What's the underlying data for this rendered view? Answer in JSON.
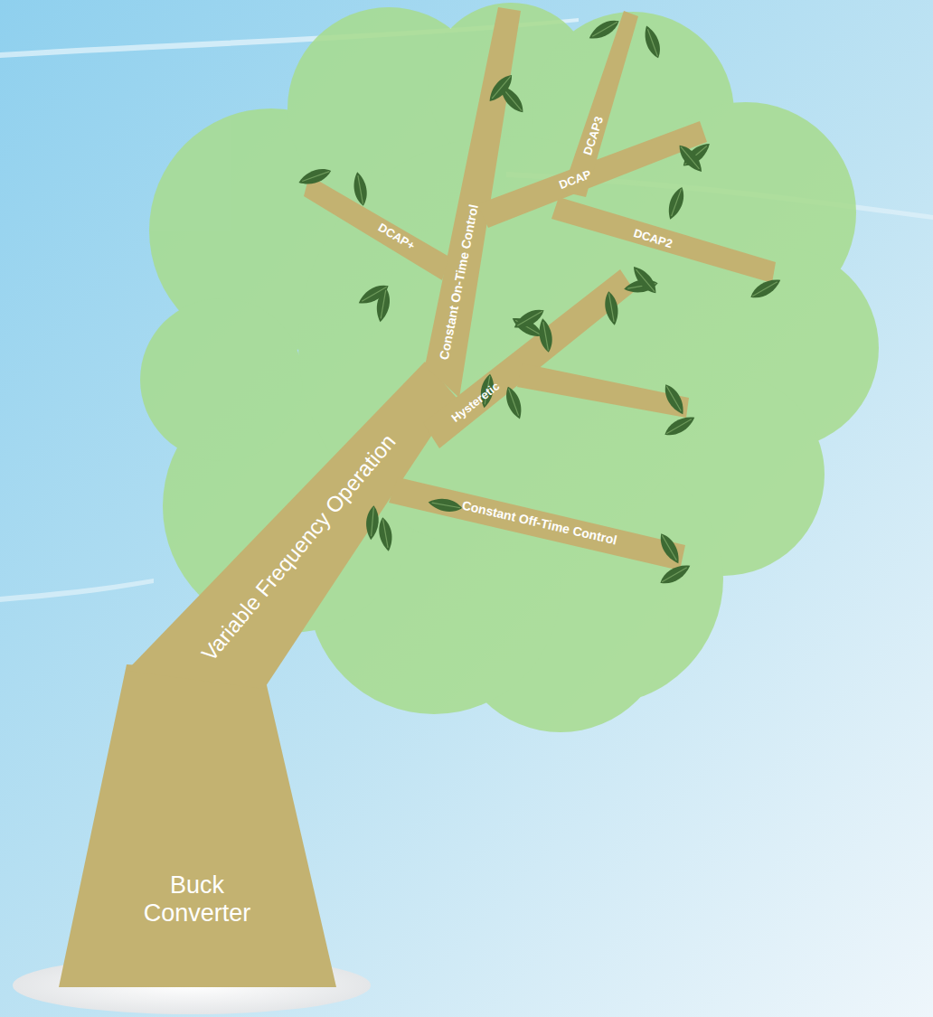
{
  "diagram": {
    "labels": [
      "DCAP3",
      "DCAP",
      "DCAP+",
      "Constant On-Time Control",
      "DCAP2",
      "Hysteretic",
      "Variable Frequency Operation",
      "Constant Off-Time Control",
      "Buck Converter"
    ]
  }
}
